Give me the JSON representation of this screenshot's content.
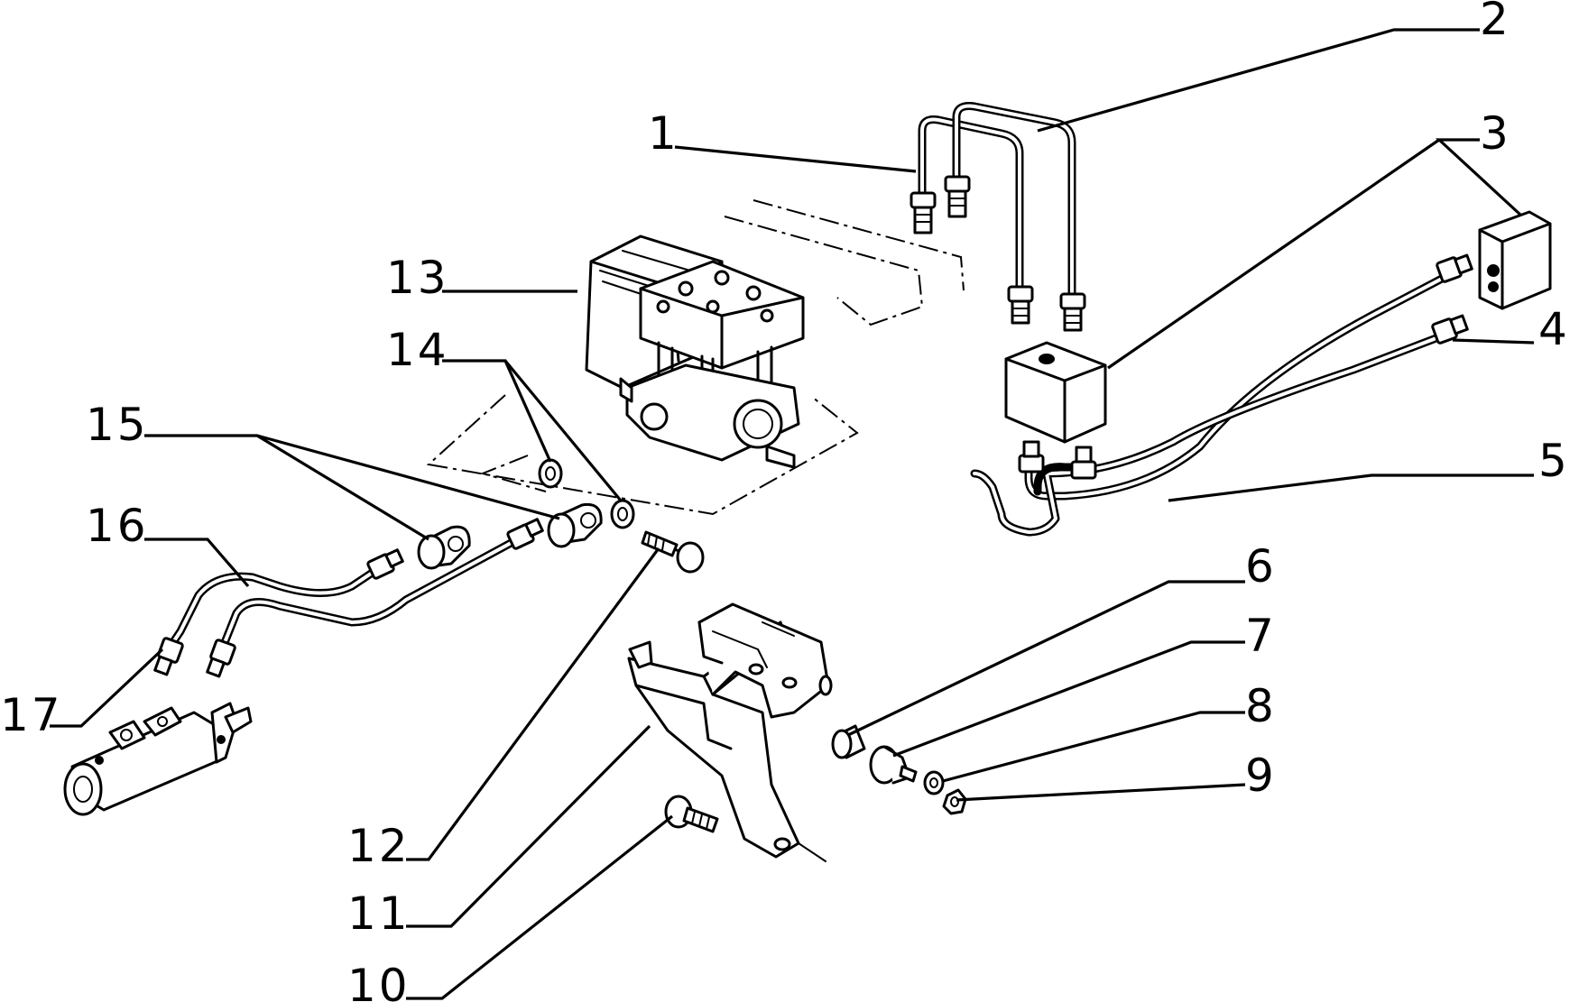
{
  "callouts": [
    {
      "id": "1",
      "part": "brake pipe"
    },
    {
      "id": "2",
      "part": "brake pipe"
    },
    {
      "id": "3",
      "part": "union block"
    },
    {
      "id": "4",
      "part": "brake pipe"
    },
    {
      "id": "5",
      "part": "brake pipe"
    },
    {
      "id": "6",
      "part": "bush"
    },
    {
      "id": "7",
      "part": "spacer"
    },
    {
      "id": "8",
      "part": "washer"
    },
    {
      "id": "9",
      "part": "nut"
    },
    {
      "id": "10",
      "part": "screw"
    },
    {
      "id": "11",
      "part": "bracket"
    },
    {
      "id": "12",
      "part": "banjo bolt"
    },
    {
      "id": "13",
      "part": "ABS hydraulic unit"
    },
    {
      "id": "14",
      "part": "sealing washer"
    },
    {
      "id": "15",
      "part": "banjo union"
    },
    {
      "id": "16",
      "part": "brake pipe"
    },
    {
      "id": "17",
      "part": "master cylinder"
    }
  ]
}
